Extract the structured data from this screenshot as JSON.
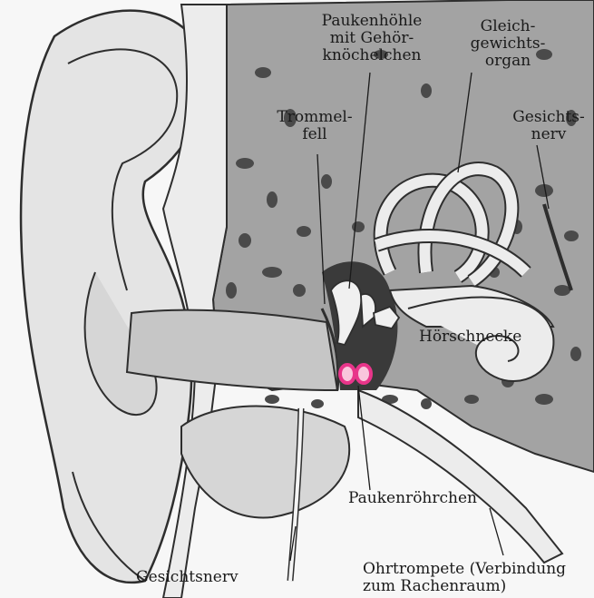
{
  "labels": {
    "paukenhoehle": "Paukenhöhle\nmit Gehör-\nknöchelchen",
    "gleichgewicht": "Gleich-\ngewichts-\norgan",
    "trommelfell": "Trommel-\nfell",
    "gesichtsnerv_top": "Gesichts-\nnerv",
    "hoerschnecke": "Hörschnecke",
    "paukenroehrchen": "Paukenröhrchen",
    "gesichtsnerv_bottom": "Gesichtsnerv",
    "ohrtrompete": "Ohrtrompete (Verbindung\nzum Rachenraum)"
  },
  "colors": {
    "skin": "#e4e4e4",
    "bone": "#9c9c9c",
    "bone_dark": "#4a4a4a",
    "canal": "#c9c9c9",
    "outline": "#2e2e2e",
    "labyrinth": "#ececec",
    "tube_pink": "#e8358a"
  }
}
